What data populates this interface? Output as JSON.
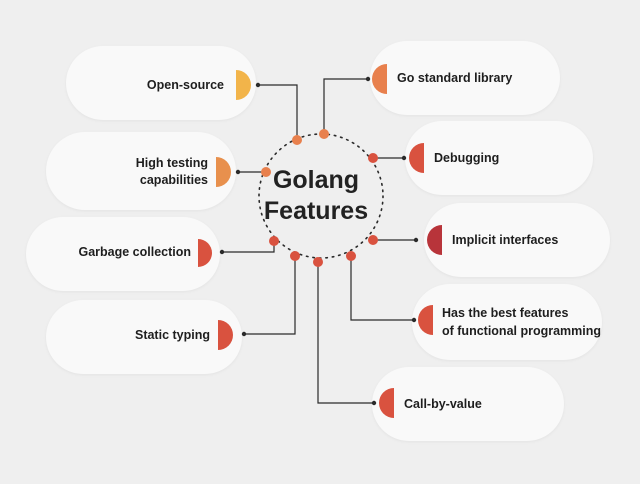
{
  "title": "Golang Features",
  "colors": {
    "background": "#efefef",
    "pill": "#f9f9f9",
    "connector": "#2a2a2a",
    "yellow": "#f2b44a",
    "orange": "#e8804d",
    "red": "#d9523f",
    "dark_red": "#b8343a"
  },
  "features_left": [
    {
      "label": "Open-source",
      "color": "yellow"
    },
    {
      "label": "High testing\ncapabilities",
      "color": "orange"
    },
    {
      "label": "Garbage collection",
      "color": "red"
    },
    {
      "label": "Static typing",
      "color": "red"
    }
  ],
  "features_right": [
    {
      "label": "Go standard library",
      "color": "orange"
    },
    {
      "label": "Debugging",
      "color": "red"
    },
    {
      "label": "Implicit interfaces",
      "color": "dark_red"
    },
    {
      "label": "Has the best features\nof functional programming",
      "color": "red"
    },
    {
      "label": "Call-by-value",
      "color": "red"
    }
  ]
}
